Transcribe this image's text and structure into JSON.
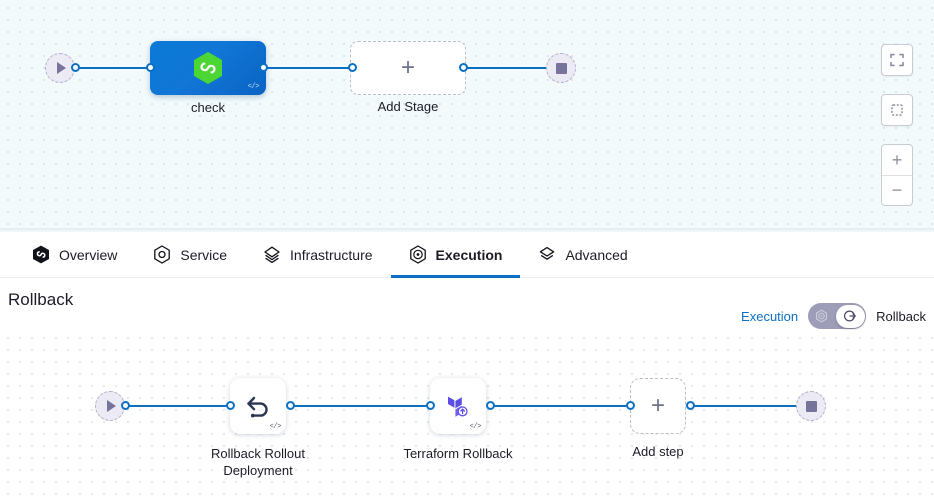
{
  "stage_canvas": {
    "start_node": {
      "name": "pipeline-start",
      "icon": "play-icon"
    },
    "end_node": {
      "name": "pipeline-end",
      "icon": "stop-icon"
    },
    "stages": [
      {
        "label": "check",
        "icon": "harness-hexagon-icon",
        "badge": "</>"
      }
    ],
    "add_stage_label": "Add Stage",
    "add_glyph": "+"
  },
  "zoom_controls": {
    "fullscreen": "fullscreen-icon",
    "fit_to_screen": "fit-to-screen-icon",
    "zoom_in": "+",
    "zoom_out": "−"
  },
  "tabs": [
    {
      "label": "Overview",
      "icon": "harness-hexagon-icon",
      "active": false
    },
    {
      "label": "Service",
      "icon": "service-icon",
      "active": false
    },
    {
      "label": "Infrastructure",
      "icon": "infrastructure-icon",
      "active": false
    },
    {
      "label": "Execution",
      "icon": "execution-icon",
      "active": true
    },
    {
      "label": "Advanced",
      "icon": "advanced-icon",
      "active": false
    }
  ],
  "rollback_section": {
    "title": "Rollback",
    "toggle": {
      "left_label": "Execution",
      "right_label": "Rollback",
      "selected": "Rollback",
      "off_icon": "execution-icon",
      "on_icon": "rollback-icon"
    },
    "start_node": {
      "name": "rollback-start",
      "icon": "play-icon"
    },
    "end_node": {
      "name": "rollback-end",
      "icon": "stop-icon"
    },
    "steps": [
      {
        "label": "Rollback Rollout Deployment",
        "icon": "rollback-arrow-icon",
        "badge": "</>"
      },
      {
        "label": "Terraform Rollback",
        "icon": "terraform-icon",
        "badge": "</>"
      }
    ],
    "add_step_label": "Add step",
    "add_glyph": "+"
  },
  "colors": {
    "accent_blue": "#0b70c4",
    "stage_blue": "#0b7ad6",
    "harness_green": "#4cd633",
    "terraform_purple": "#7b42bc",
    "canvas_top": "#f2fafc"
  }
}
